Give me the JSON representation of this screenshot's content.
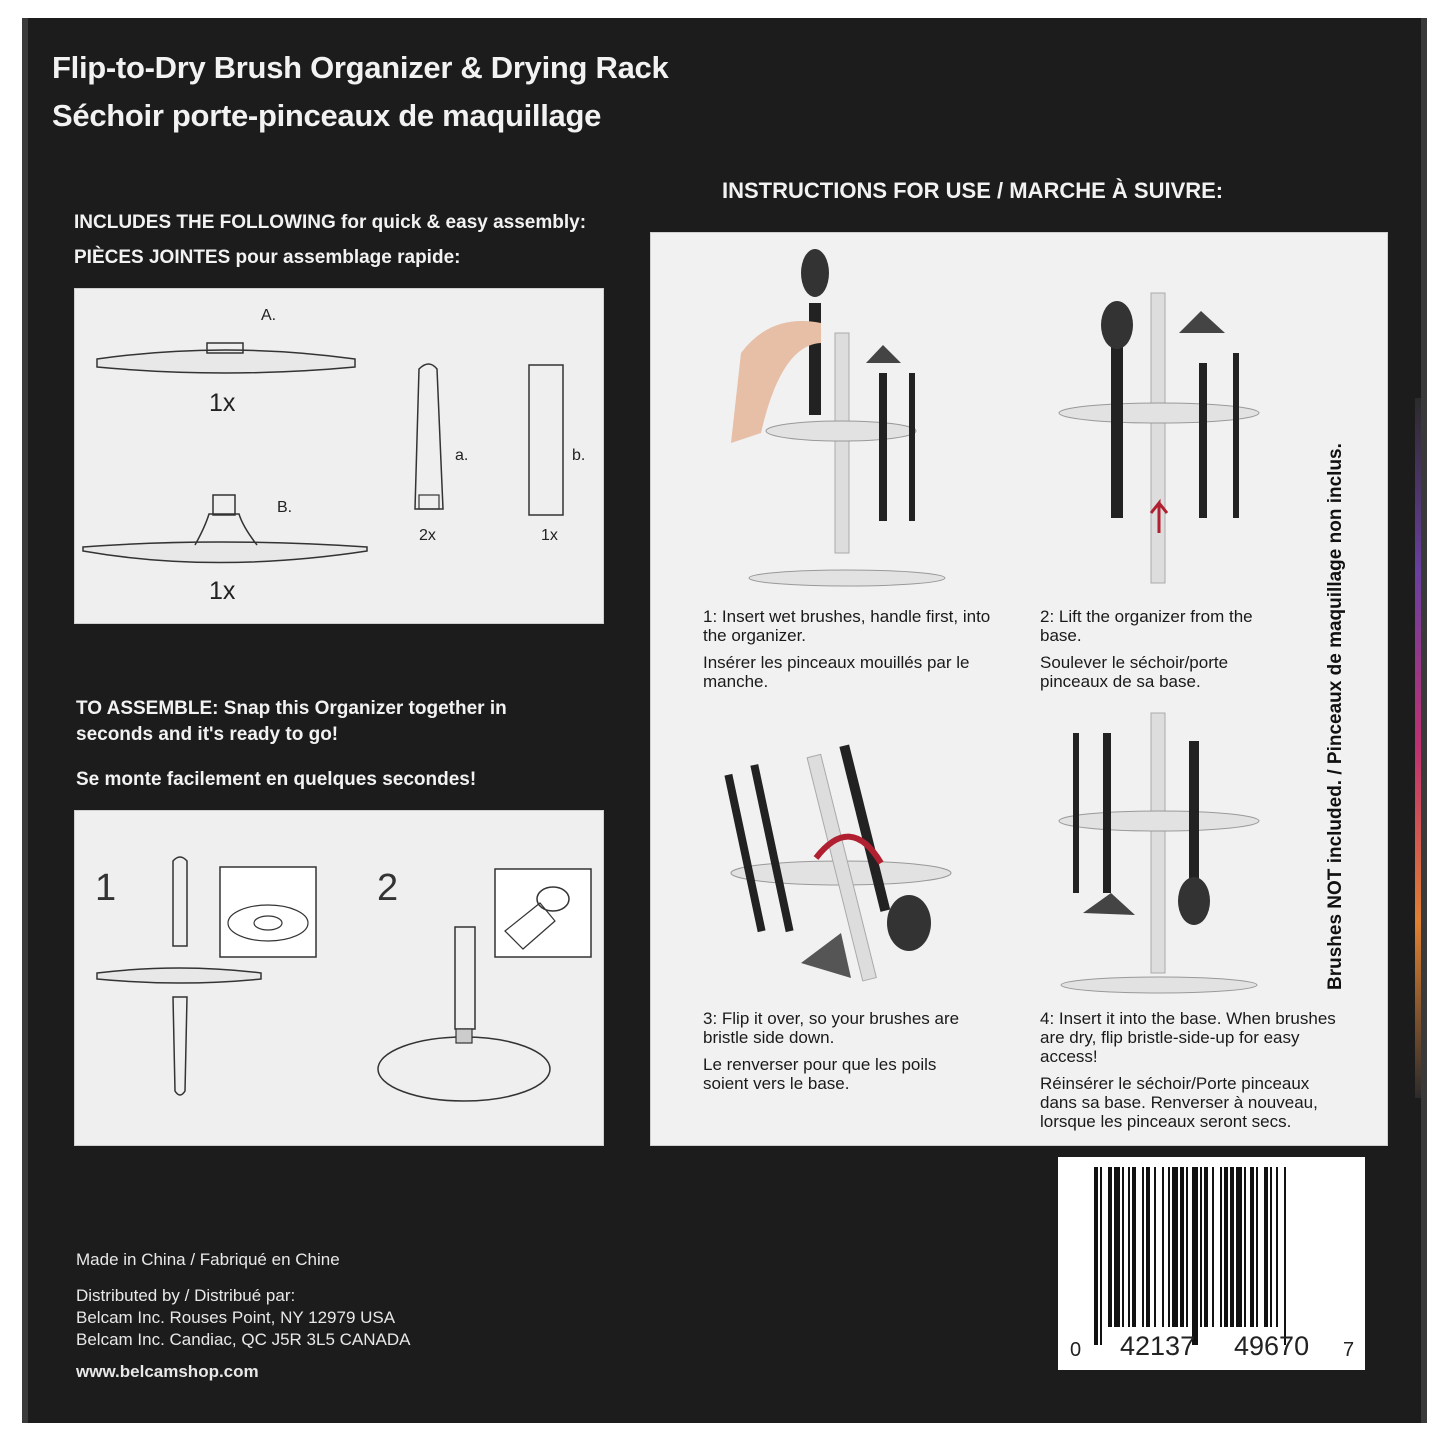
{
  "title": {
    "en": "Flip-to-Dry Brush Organizer & Drying Rack",
    "fr": "Séchoir porte-pinceaux de maquillage"
  },
  "includes": {
    "line1_bold": "INCLUDES THE FOLLOWING",
    "line1_rest": " for quick & easy assembly:",
    "line2_bold": "PIÈCES JOINTES",
    "line2_rest": " pour assemblage rapide:",
    "parts": [
      {
        "letter": "A.",
        "qty": "1x"
      },
      {
        "letter": "B.",
        "qty": "1x"
      },
      {
        "letter": "a.",
        "qty": "2x"
      },
      {
        "letter": "b.",
        "qty": "1x"
      }
    ]
  },
  "assemble": {
    "bold": "TO ASSEMBLE:",
    "rest": " Snap this Organizer together in seconds and it's ready to go!",
    "fr": "Se monte facilement en quelques secondes!",
    "step_numbers": [
      "1",
      "2"
    ]
  },
  "instructions": {
    "heading": "INSTRUCTIONS FOR USE / MARCHE À SUIVRE:",
    "steps": [
      {
        "en": "1: Insert wet brushes, handle first, into the organizer.",
        "fr": "Insérer les pinceaux mouillés par le manche."
      },
      {
        "en": "2: Lift the organizer from the base.",
        "fr": "Soulever le séchoir/porte pinceaux de sa base."
      },
      {
        "en": "3: Flip it over, so your brushes are bristle side down.",
        "fr": "Le renverser pour que les poils soient vers le base."
      },
      {
        "en": "4: Insert it into the base. When brushes are dry, flip bristle-side-up for easy access!",
        "fr": "Réinsérer le séchoir/Porte pinceaux dans sa base. Renverser à nouveau, lorsque les pinceaux seront secs."
      }
    ],
    "side_note": "Brushes NOT included.  /  Pinceaux de maquillage non inclus."
  },
  "footer": {
    "made_in": "Made in China / Fabriqué en Chine",
    "distributed_by": "Distributed by  / Distribué par:",
    "address_us": "Belcam Inc.  Rouses Point, NY 12979 USA",
    "address_ca": "Belcam Inc. Candiac, QC J5R 3L5 CANADA",
    "website": "www.belcamshop.com"
  },
  "barcode": {
    "first": "0",
    "left_group": "42137",
    "right_group": "49670",
    "check": "7"
  }
}
